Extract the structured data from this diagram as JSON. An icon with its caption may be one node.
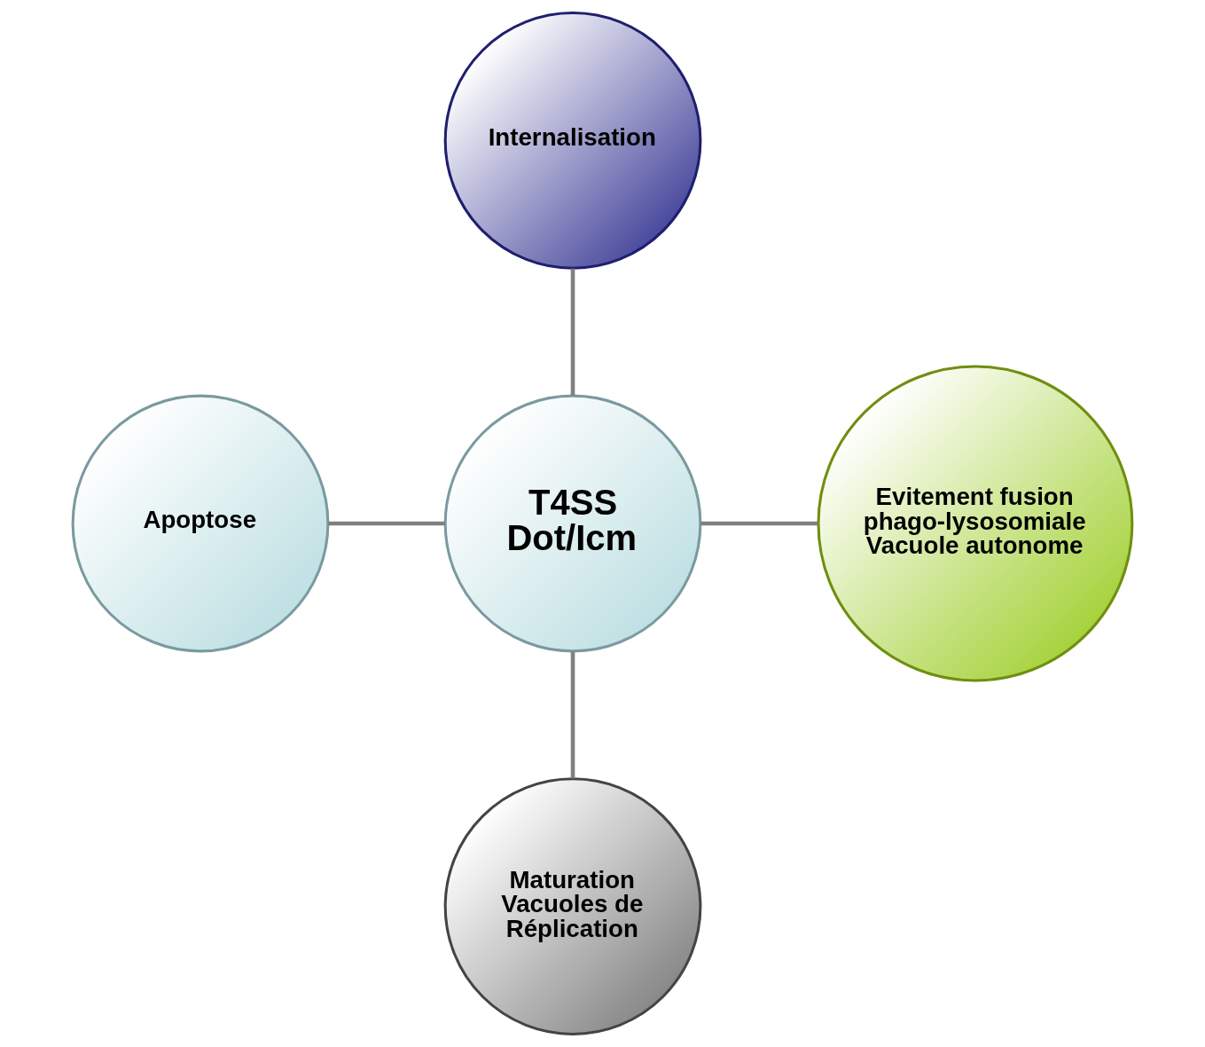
{
  "diagram": {
    "nodes": [
      {
        "text": [
          "Internalisation"
        ]
      },
      {
        "text": [
          "Apoptose"
        ]
      },
      {
        "text": [
          "T4SS Dot/Icm"
        ]
      },
      {
        "text": [
          "Evitement fusion phago-lysosomiale Vacuole autonome"
        ]
      },
      {
        "text": [
          "Maturation Vacuoles de Réplication"
        ]
      }
    ],
    "edges": [
      {
        "from": 0,
        "to": 2,
        "arrow": "none"
      },
      {
        "from": 1,
        "to": 2,
        "arrow": "none"
      },
      {
        "from": 2,
        "to": 3,
        "arrow": "none"
      },
      {
        "from": 2,
        "to": 4,
        "arrow": "none"
      }
    ]
  }
}
